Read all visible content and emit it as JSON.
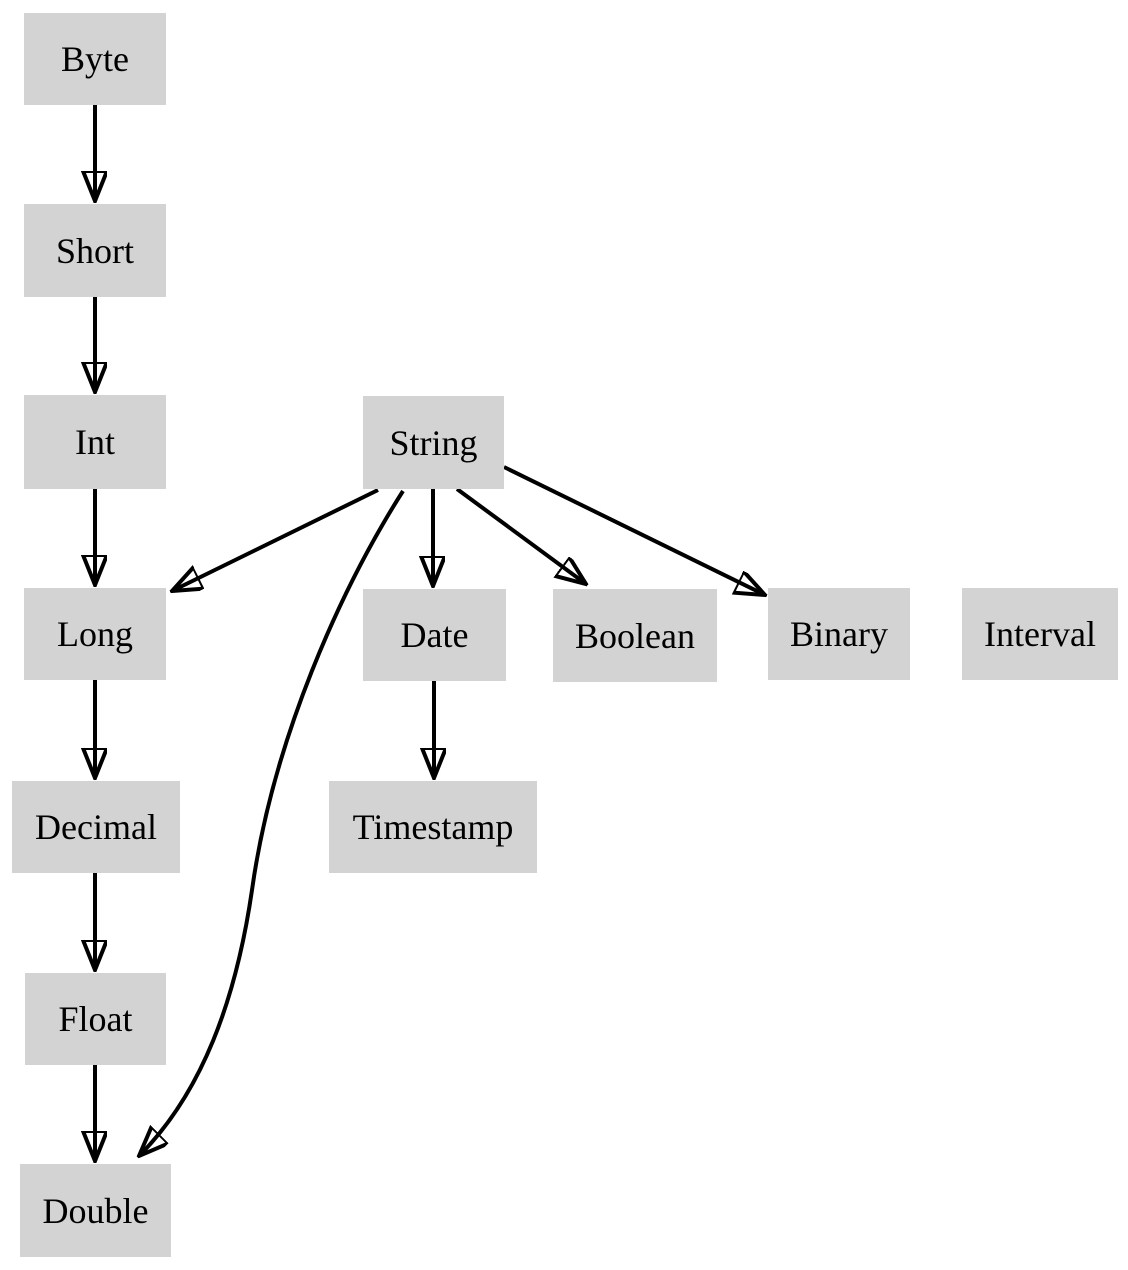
{
  "diagram": {
    "type": "directed-graph",
    "colors": {
      "node_fill": "#d3d3d3",
      "edge": "#000000",
      "text": "#000000",
      "background": "#ffffff"
    },
    "nodes": [
      {
        "id": "byte",
        "label": "Byte"
      },
      {
        "id": "short",
        "label": "Short"
      },
      {
        "id": "int",
        "label": "Int"
      },
      {
        "id": "long",
        "label": "Long"
      },
      {
        "id": "decimal",
        "label": "Decimal"
      },
      {
        "id": "float",
        "label": "Float"
      },
      {
        "id": "double",
        "label": "Double"
      },
      {
        "id": "string",
        "label": "String"
      },
      {
        "id": "date",
        "label": "Date"
      },
      {
        "id": "timestamp",
        "label": "Timestamp"
      },
      {
        "id": "boolean",
        "label": "Boolean"
      },
      {
        "id": "binary",
        "label": "Binary"
      },
      {
        "id": "interval",
        "label": "Interval"
      }
    ],
    "edges": [
      {
        "from": "Byte",
        "to": "Short"
      },
      {
        "from": "Short",
        "to": "Int"
      },
      {
        "from": "Int",
        "to": "Long"
      },
      {
        "from": "Long",
        "to": "Decimal"
      },
      {
        "from": "Decimal",
        "to": "Float"
      },
      {
        "from": "Float",
        "to": "Double"
      },
      {
        "from": "String",
        "to": "Long"
      },
      {
        "from": "String",
        "to": "Date"
      },
      {
        "from": "String",
        "to": "Boolean"
      },
      {
        "from": "String",
        "to": "Binary"
      },
      {
        "from": "String",
        "to": "Double"
      },
      {
        "from": "Date",
        "to": "Timestamp"
      }
    ]
  }
}
